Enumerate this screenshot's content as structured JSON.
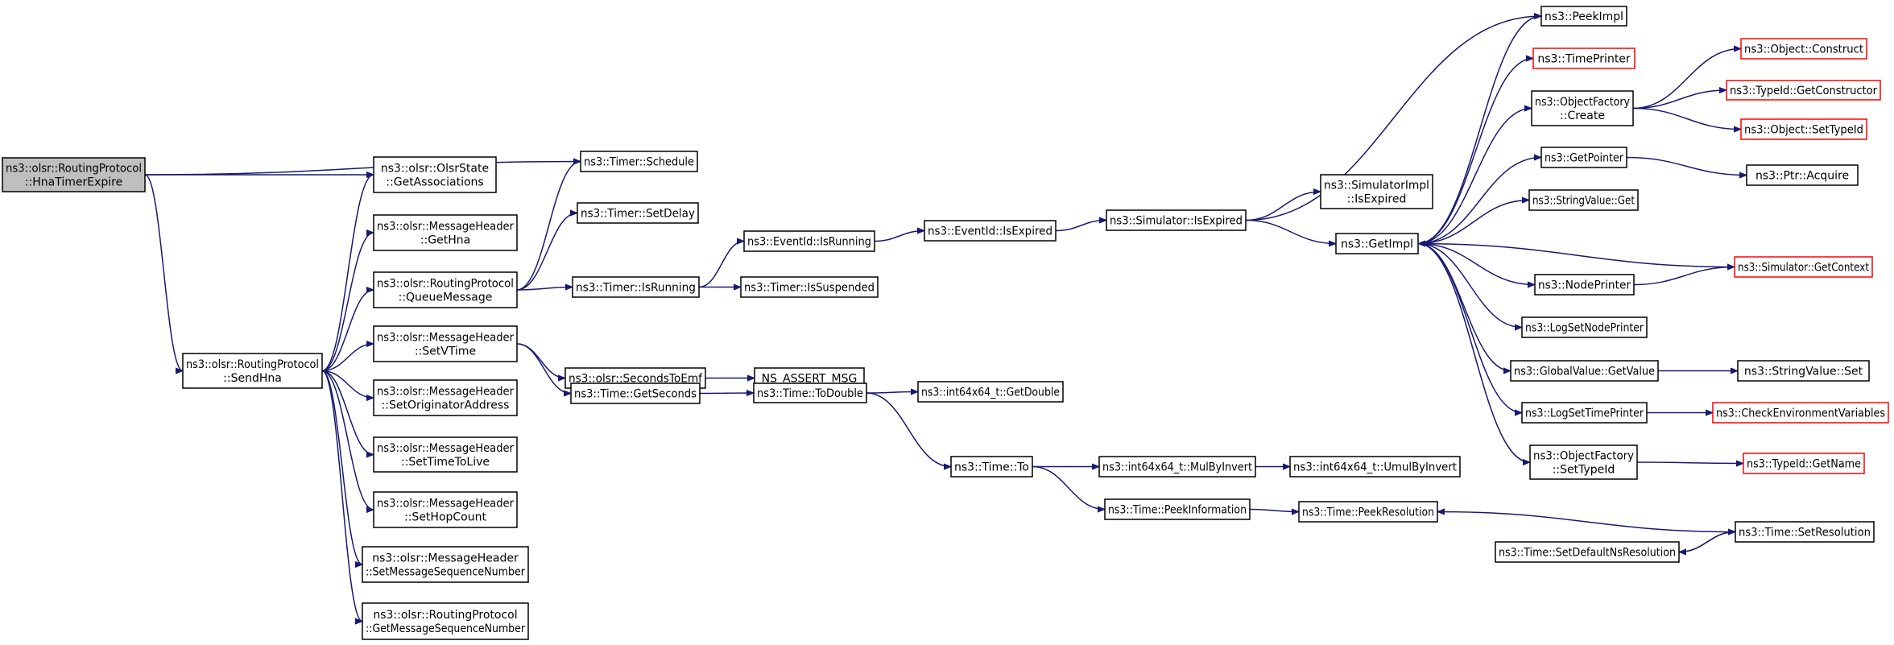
{
  "graph": {
    "nodes": [
      {
        "id": "hnaTimerExpire",
        "lines": [
          "ns3::olsr::RoutingProtocol",
          "::HnaTimerExpire"
        ],
        "kind": "root"
      },
      {
        "id": "sendHna",
        "lines": [
          "ns3::olsr::RoutingProtocol",
          "::SendHna"
        ],
        "kind": "normal"
      },
      {
        "id": "getAssociations",
        "lines": [
          "ns3::olsr::OlsrState",
          "::GetAssociations"
        ],
        "kind": "normal"
      },
      {
        "id": "timerSchedule",
        "lines": [
          "ns3::Timer::Schedule"
        ],
        "kind": "normal"
      },
      {
        "id": "getHna",
        "lines": [
          "ns3::olsr::MessageHeader",
          "::GetHna"
        ],
        "kind": "normal"
      },
      {
        "id": "queueMessage",
        "lines": [
          "ns3::olsr::RoutingProtocol",
          "::QueueMessage"
        ],
        "kind": "normal"
      },
      {
        "id": "setVTime",
        "lines": [
          "ns3::olsr::MessageHeader",
          "::SetVTime"
        ],
        "kind": "normal"
      },
      {
        "id": "setOriginatorAddress",
        "lines": [
          "ns3::olsr::MessageHeader",
          "::SetOriginatorAddress"
        ],
        "kind": "normal"
      },
      {
        "id": "setTimeToLive",
        "lines": [
          "ns3::olsr::MessageHeader",
          "::SetTimeToLive"
        ],
        "kind": "normal"
      },
      {
        "id": "setHopCount",
        "lines": [
          "ns3::olsr::MessageHeader",
          "::SetHopCount"
        ],
        "kind": "normal"
      },
      {
        "id": "setMessageSequenceNumber",
        "lines": [
          "ns3::olsr::MessageHeader",
          "::SetMessageSequenceNumber"
        ],
        "kind": "normal"
      },
      {
        "id": "getMessageSequenceNumber",
        "lines": [
          "ns3::olsr::RoutingProtocol",
          "::GetMessageSequenceNumber"
        ],
        "kind": "normal"
      },
      {
        "id": "timerSetDelay",
        "lines": [
          "ns3::Timer::SetDelay"
        ],
        "kind": "normal"
      },
      {
        "id": "timerIsRunning",
        "lines": [
          "ns3::Timer::IsRunning"
        ],
        "kind": "normal"
      },
      {
        "id": "secondsToEmf",
        "lines": [
          "ns3::olsr::SecondsToEmf"
        ],
        "kind": "normal"
      },
      {
        "id": "timeGetSeconds",
        "lines": [
          "ns3::Time::GetSeconds"
        ],
        "kind": "normal"
      },
      {
        "id": "eventIdIsRunning",
        "lines": [
          "ns3::EventId::IsRunning"
        ],
        "kind": "normal"
      },
      {
        "id": "timerIsSuspended",
        "lines": [
          "ns3::Timer::IsSuspended"
        ],
        "kind": "normal"
      },
      {
        "id": "nsAssertMsg",
        "lines": [
          "NS_ASSERT_MSG"
        ],
        "kind": "normal"
      },
      {
        "id": "timeToDouble",
        "lines": [
          "ns3::Time::ToDouble"
        ],
        "kind": "normal"
      },
      {
        "id": "eventIdIsExpired",
        "lines": [
          "ns3::EventId::IsExpired"
        ],
        "kind": "normal"
      },
      {
        "id": "getDouble",
        "lines": [
          "ns3::int64x64_t::GetDouble"
        ],
        "kind": "normal"
      },
      {
        "id": "timeTo",
        "lines": [
          "ns3::Time::To"
        ],
        "kind": "normal"
      },
      {
        "id": "simulatorIsExpired",
        "lines": [
          "ns3::Simulator::IsExpired"
        ],
        "kind": "normal"
      },
      {
        "id": "mulByInvert",
        "lines": [
          "ns3::int64x64_t::MulByInvert"
        ],
        "kind": "normal"
      },
      {
        "id": "peekInformation",
        "lines": [
          "ns3::Time::PeekInformation"
        ],
        "kind": "normal"
      },
      {
        "id": "simulatorImplIsExpired",
        "lines": [
          "ns3::SimulatorImpl",
          "::IsExpired"
        ],
        "kind": "normal"
      },
      {
        "id": "getImpl",
        "lines": [
          "ns3::GetImpl"
        ],
        "kind": "normal"
      },
      {
        "id": "umulByInvert",
        "lines": [
          "ns3::int64x64_t::UmulByInvert"
        ],
        "kind": "normal"
      },
      {
        "id": "peekResolution",
        "lines": [
          "ns3::Time::PeekResolution"
        ],
        "kind": "normal"
      },
      {
        "id": "setDefaultNsResolution",
        "lines": [
          "ns3::Time::SetDefaultNsResolution"
        ],
        "kind": "normal"
      },
      {
        "id": "setResolution",
        "lines": [
          "ns3::Time::SetResolution"
        ],
        "kind": "normal"
      },
      {
        "id": "peekImpl",
        "lines": [
          "ns3::PeekImpl"
        ],
        "kind": "normal"
      },
      {
        "id": "timePrinter",
        "lines": [
          "ns3::TimePrinter"
        ],
        "kind": "truncated"
      },
      {
        "id": "objectFactoryCreate",
        "lines": [
          "ns3::ObjectFactory",
          "::Create"
        ],
        "kind": "normal"
      },
      {
        "id": "getPointer",
        "lines": [
          "ns3::GetPointer"
        ],
        "kind": "normal"
      },
      {
        "id": "stringValueGet",
        "lines": [
          "ns3::StringValue::Get"
        ],
        "kind": "normal"
      },
      {
        "id": "nodePrinter",
        "lines": [
          "ns3::NodePrinter"
        ],
        "kind": "normal"
      },
      {
        "id": "logSetNodePrinter",
        "lines": [
          "ns3::LogSetNodePrinter"
        ],
        "kind": "normal"
      },
      {
        "id": "globalValueGetValue",
        "lines": [
          "ns3::GlobalValue::GetValue"
        ],
        "kind": "normal"
      },
      {
        "id": "logSetTimePrinter",
        "lines": [
          "ns3::LogSetTimePrinter"
        ],
        "kind": "normal"
      },
      {
        "id": "objectFactorySetTypeId",
        "lines": [
          "ns3::ObjectFactory",
          "::SetTypeId"
        ],
        "kind": "normal"
      },
      {
        "id": "objectConstruct",
        "lines": [
          "ns3::Object::Construct"
        ],
        "kind": "truncated"
      },
      {
        "id": "typeIdGetConstructor",
        "lines": [
          "ns3::TypeId::GetConstructor"
        ],
        "kind": "truncated"
      },
      {
        "id": "objectSetTypeId",
        "lines": [
          "ns3::Object::SetTypeId"
        ],
        "kind": "truncated"
      },
      {
        "id": "ptrAcquire",
        "lines": [
          "ns3::Ptr::Acquire"
        ],
        "kind": "normal"
      },
      {
        "id": "simulatorGetContext",
        "lines": [
          "ns3::Simulator::GetContext"
        ],
        "kind": "truncated"
      },
      {
        "id": "stringValueSet",
        "lines": [
          "ns3::StringValue::Set"
        ],
        "kind": "normal"
      },
      {
        "id": "checkEnvironmentVariables",
        "lines": [
          "ns3::CheckEnvironmentVariables"
        ],
        "kind": "truncated"
      },
      {
        "id": "typeIdGetName",
        "lines": [
          "ns3::TypeId::GetName"
        ],
        "kind": "truncated"
      }
    ],
    "edges": [
      [
        "hnaTimerExpire",
        "timerSchedule"
      ],
      [
        "hnaTimerExpire",
        "getAssociations"
      ],
      [
        "hnaTimerExpire",
        "sendHna"
      ],
      [
        "sendHna",
        "getAssociations"
      ],
      [
        "sendHna",
        "getHna"
      ],
      [
        "sendHna",
        "queueMessage"
      ],
      [
        "sendHna",
        "setVTime"
      ],
      [
        "sendHna",
        "setOriginatorAddress"
      ],
      [
        "sendHna",
        "setTimeToLive"
      ],
      [
        "sendHna",
        "setHopCount"
      ],
      [
        "sendHna",
        "setMessageSequenceNumber"
      ],
      [
        "sendHna",
        "getMessageSequenceNumber"
      ],
      [
        "queueMessage",
        "timerSchedule"
      ],
      [
        "queueMessage",
        "timerSetDelay"
      ],
      [
        "queueMessage",
        "timerIsRunning"
      ],
      [
        "setVTime",
        "secondsToEmf"
      ],
      [
        "setVTime",
        "timeGetSeconds"
      ],
      [
        "timerIsRunning",
        "eventIdIsRunning"
      ],
      [
        "timerIsRunning",
        "timerIsSuspended"
      ],
      [
        "secondsToEmf",
        "nsAssertMsg"
      ],
      [
        "timeGetSeconds",
        "timeToDouble"
      ],
      [
        "eventIdIsRunning",
        "eventIdIsExpired"
      ],
      [
        "eventIdIsExpired",
        "simulatorIsExpired"
      ],
      [
        "timeToDouble",
        "getDouble"
      ],
      [
        "timeToDouble",
        "timeTo"
      ],
      [
        "timeTo",
        "mulByInvert"
      ],
      [
        "timeTo",
        "peekInformation"
      ],
      [
        "mulByInvert",
        "umulByInvert"
      ],
      [
        "peekInformation",
        "peekResolution"
      ],
      [
        "simulatorIsExpired",
        "peekImpl"
      ],
      [
        "simulatorIsExpired",
        "simulatorImplIsExpired"
      ],
      [
        "simulatorIsExpired",
        "getImpl"
      ],
      [
        "getImpl",
        "peekImpl"
      ],
      [
        "getImpl",
        "timePrinter"
      ],
      [
        "getImpl",
        "objectFactoryCreate"
      ],
      [
        "getImpl",
        "getPointer"
      ],
      [
        "getImpl",
        "stringValueGet"
      ],
      [
        "getImpl",
        "nodePrinter"
      ],
      [
        "getImpl",
        "logSetNodePrinter"
      ],
      [
        "getImpl",
        "globalValueGetValue"
      ],
      [
        "getImpl",
        "logSetTimePrinter"
      ],
      [
        "getImpl",
        "objectFactorySetTypeId"
      ],
      [
        "objectFactoryCreate",
        "objectConstruct"
      ],
      [
        "objectFactoryCreate",
        "typeIdGetConstructor"
      ],
      [
        "objectFactoryCreate",
        "objectSetTypeId"
      ],
      [
        "getPointer",
        "ptrAcquire"
      ],
      [
        "nodePrinter",
        "simulatorGetContext"
      ],
      [
        "simulatorGetContext",
        "getImpl"
      ],
      [
        "globalValueGetValue",
        "stringValueSet"
      ],
      [
        "logSetTimePrinter",
        "checkEnvironmentVariables"
      ],
      [
        "objectFactorySetTypeId",
        "typeIdGetName"
      ],
      [
        "setResolution",
        "peekResolution"
      ],
      [
        "setResolution",
        "setDefaultNsResolution"
      ],
      [
        "setDefaultNsResolution",
        "setResolution"
      ]
    ]
  },
  "colors": {
    "edge": "#191970",
    "node_border": "#000000",
    "truncated_border": "#ff0000",
    "root_fill": "#bfbfbf"
  }
}
